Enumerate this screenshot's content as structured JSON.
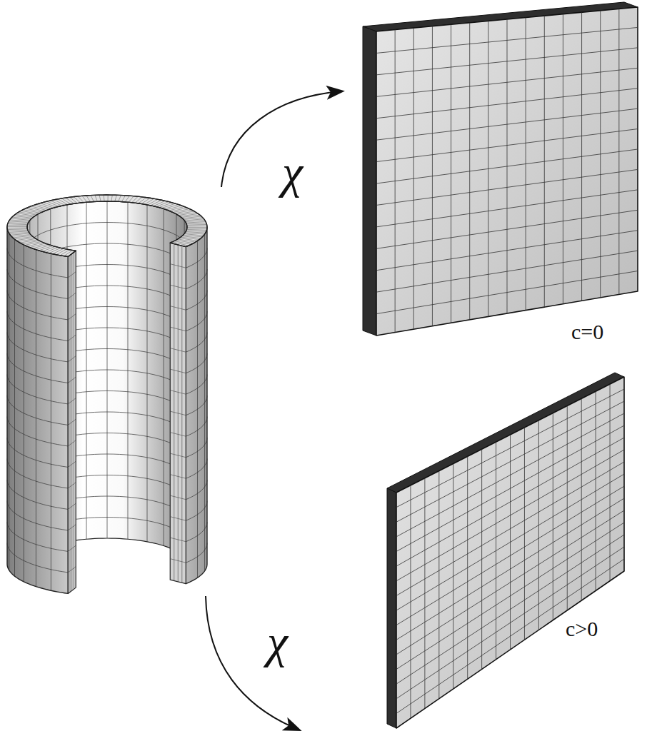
{
  "diagram": {
    "labels": [
      "χ",
      "χ",
      "c=0",
      "c>0"
    ]
  }
}
